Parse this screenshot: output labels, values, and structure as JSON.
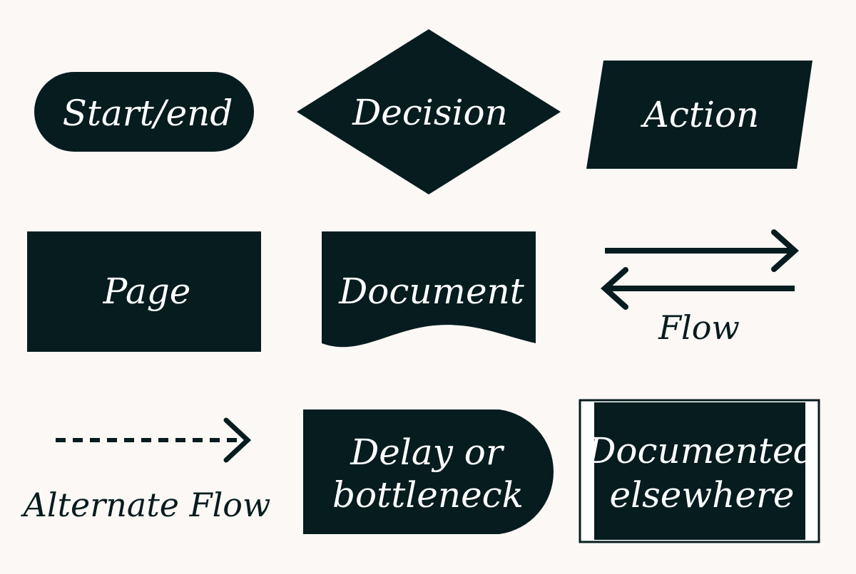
{
  "theme": {
    "background": "#fcf8f5",
    "shape_fill": "#061c1f",
    "shape_text": "#ffffff",
    "caption_text": "#061c1f"
  },
  "shapes": {
    "start_end": {
      "label": "Start/end",
      "shape": "terminator"
    },
    "decision": {
      "label": "Decision",
      "shape": "diamond"
    },
    "action": {
      "label": "Action",
      "shape": "parallelogram"
    },
    "page": {
      "label": "Page",
      "shape": "rectangle"
    },
    "document": {
      "label": "Document",
      "shape": "wavy-bottom-rectangle"
    },
    "delay": {
      "label_lines": [
        "Delay or",
        "bottleneck"
      ],
      "shape": "d-shape"
    },
    "documented_elsewhere": {
      "label_lines": [
        "Documented",
        "elsewhere"
      ],
      "shape": "predefined-process"
    }
  },
  "connectors": {
    "flow": {
      "label": "Flow",
      "style": "solid",
      "direction": "bidirectional"
    },
    "alternate_flow": {
      "label": "Alternate Flow",
      "style": "dashed",
      "direction": "right"
    }
  }
}
